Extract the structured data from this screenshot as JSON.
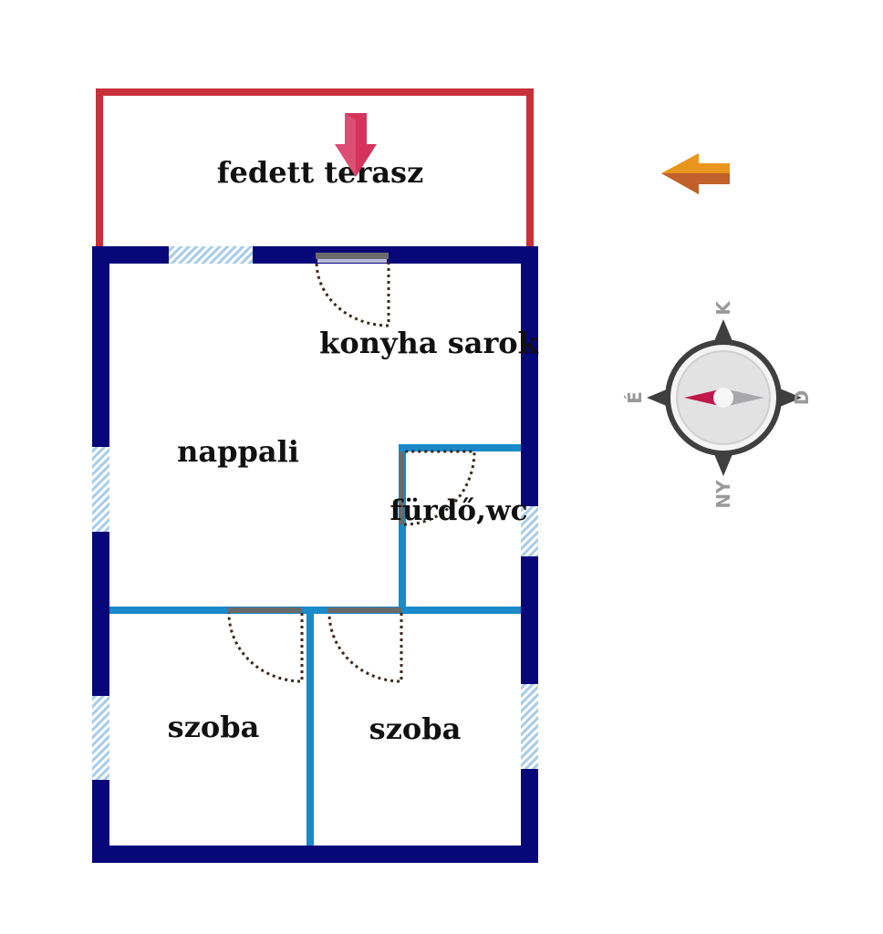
{
  "rooms": {
    "terrace": "fedett terasz",
    "kitchen": "konyha sarok",
    "living": "nappali",
    "bath": "fürdő,wc",
    "room_left": "szoba",
    "room_right": "szoba"
  },
  "compass": {
    "north": "K",
    "east": "D",
    "south": "NY",
    "west": "É"
  },
  "colors": {
    "outer_wall": "#07077a",
    "inner_wall": "#1a8ac8",
    "terrace_border": "#c8303a",
    "window": "#a8cce8",
    "entrance_arrow": "#d6335c",
    "sun_arrow": "#e8961e",
    "door_leaf": "#6a6a6a",
    "door_swing": "#3a2a20"
  },
  "icons": {
    "entrance": "arrow-down-icon",
    "sun": "arrow-left-icon",
    "compass": "compass-icon"
  }
}
